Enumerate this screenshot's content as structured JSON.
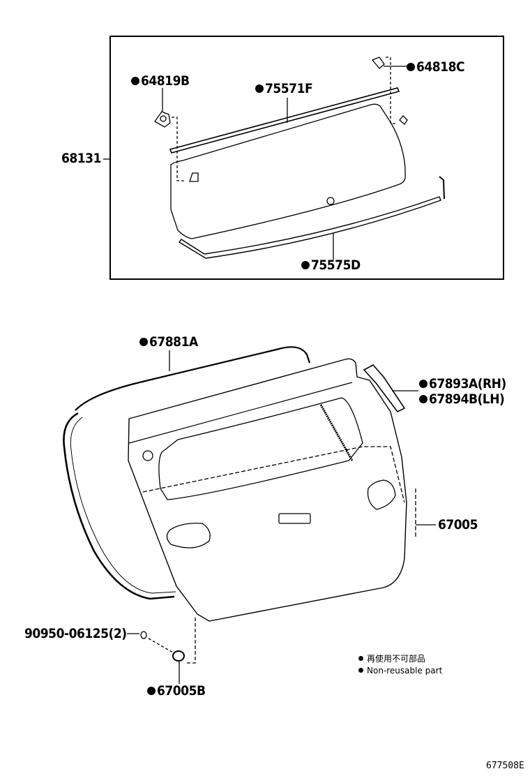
{
  "diagram": {
    "type": "exploded-parts-diagram",
    "subject": "Back door (liftgate) panel & glass",
    "reference_code": "677508E",
    "inset": {
      "assembly_label": "68131",
      "parts": [
        {
          "number": "64819B",
          "non_reusable": true
        },
        {
          "number": "75571F",
          "non_reusable": true
        },
        {
          "number": "64818C",
          "non_reusable": true
        },
        {
          "number": "75575D",
          "non_reusable": true
        }
      ]
    },
    "main": {
      "parts": [
        {
          "number": "67881A",
          "non_reusable": true
        },
        {
          "number": "67893A(RH)",
          "non_reusable": true
        },
        {
          "number": "67894B(LH)",
          "non_reusable": true
        },
        {
          "number": "67005",
          "non_reusable": false
        },
        {
          "number": "90950-06125(2)",
          "non_reusable": false
        },
        {
          "number": "67005B",
          "non_reusable": true
        }
      ]
    },
    "legend": {
      "line1": "再使用不可部品",
      "line2": "Non-reusable part"
    }
  }
}
